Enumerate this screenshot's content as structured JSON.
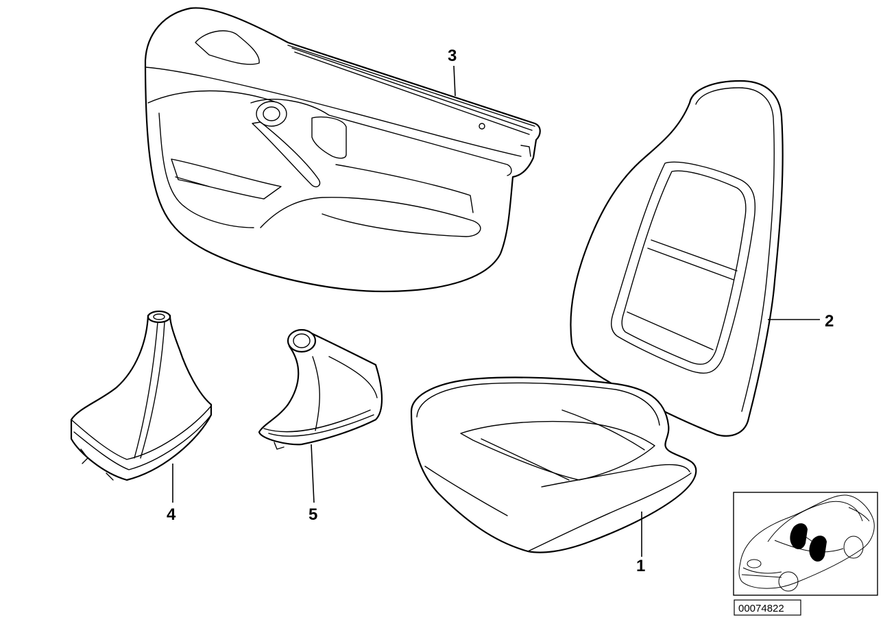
{
  "callouts": {
    "seat_cushion": "1",
    "seat_backrest": "2",
    "door_panel": "3",
    "shift_boot": "4",
    "handbrake_boot": "5"
  },
  "diagram_ref": "00074822"
}
